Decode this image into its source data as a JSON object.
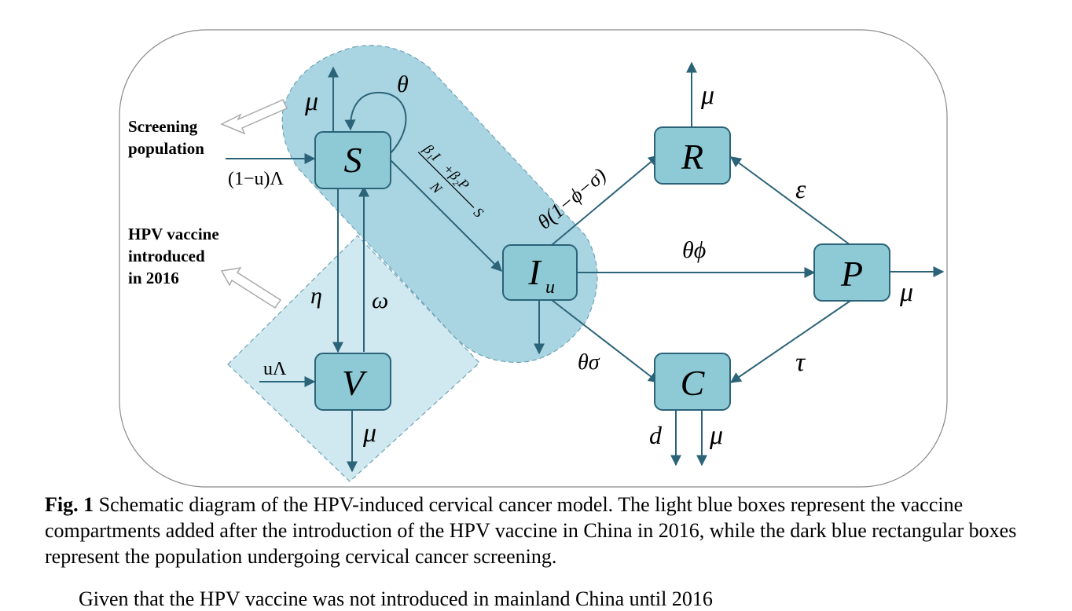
{
  "compartments": {
    "S": "S",
    "V": "V",
    "I": "I",
    "I_sub": "u",
    "R": "R",
    "P": "P",
    "C": "C"
  },
  "rates": {
    "mu": "μ",
    "theta": "θ",
    "eta": "η",
    "omega": "ω",
    "epsilon": "ε",
    "tau": "τ",
    "d": "d",
    "theta_phi": "θϕ",
    "theta_sigma": "θσ",
    "theta_one_minus": "θ(1−ϕ−σ)",
    "recruit_S": "(1−u)Λ",
    "recruit_V": "uΛ",
    "infection_num": "β₁I",
    "infection_num_b": "+β₂P",
    "infection_den": "N",
    "infection_S": "S"
  },
  "annotations": {
    "screening_line1": "Screening",
    "screening_line2": "population",
    "vaccine_line1": "HPV vaccine",
    "vaccine_line2": "introduced",
    "vaccine_line3": "in 2016"
  },
  "caption": {
    "label": "Fig. 1",
    "text": " Schematic diagram of the HPV-induced cervical cancer model. The light blue boxes represent the vaccine compartments added after the introduction of the HPV vaccine in China in 2016, while the dark blue rectangular boxes represent the population undergoing cervical cancer screening."
  },
  "continuation_text": "Given that the HPV vaccine was not introduced in mainland China until 2016",
  "colors": {
    "box_fill": "#8ec9d6",
    "box_stroke": "#2b6378",
    "arrow": "#2b6378",
    "screening_region": "#a9d5e2",
    "vaccine_region": "#d0e8f0",
    "frame": "#8a8a8a"
  }
}
